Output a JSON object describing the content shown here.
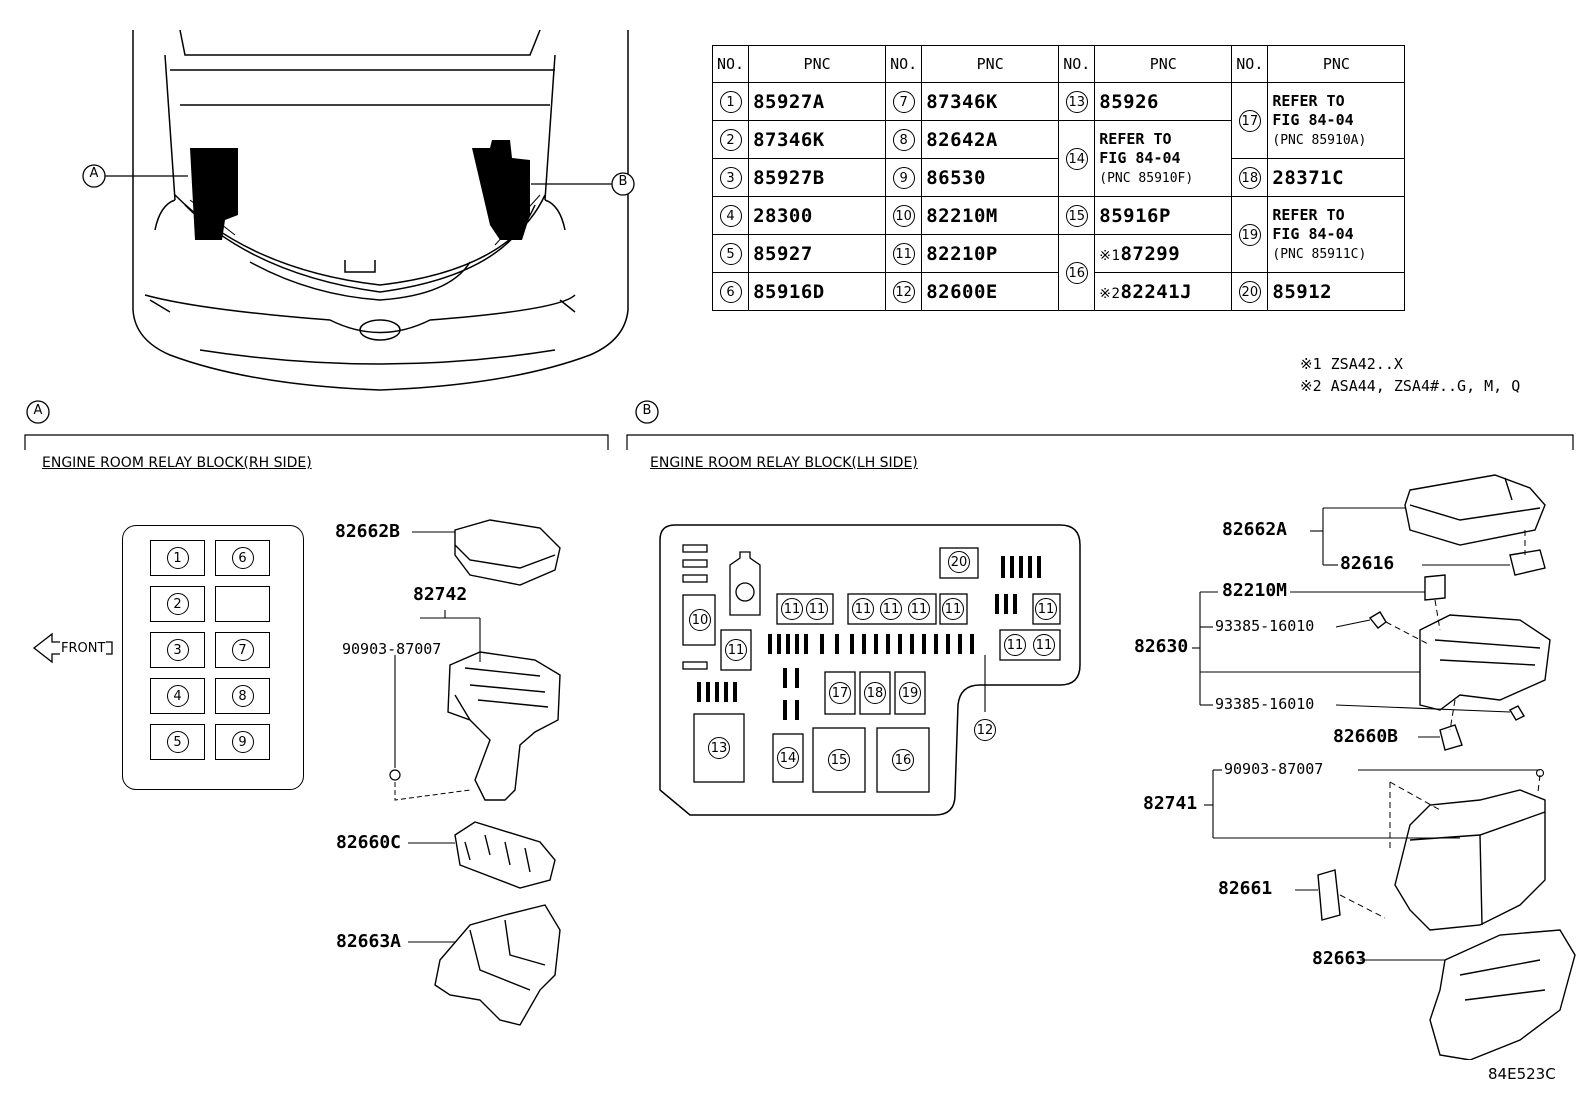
{
  "table": {
    "headers": {
      "no": "NO.",
      "pnc": "PNC"
    },
    "col1": [
      {
        "no": "1",
        "pnc": "85927A"
      },
      {
        "no": "2",
        "pnc": "87346K"
      },
      {
        "no": "3",
        "pnc": "85927B"
      },
      {
        "no": "4",
        "pnc": "28300"
      },
      {
        "no": "5",
        "pnc": "85927"
      },
      {
        "no": "6",
        "pnc": "85916D"
      }
    ],
    "col2": [
      {
        "no": "7",
        "pnc": "87346K"
      },
      {
        "no": "8",
        "pnc": "82642A"
      },
      {
        "no": "9",
        "pnc": "86530"
      },
      {
        "no": "10",
        "pnc": "82210M"
      },
      {
        "no": "11",
        "pnc": "82210P"
      },
      {
        "no": "12",
        "pnc": "82600E"
      }
    ],
    "col3": {
      "r13": {
        "no": "13",
        "pnc": "85926"
      },
      "r14": {
        "no": "14",
        "line1": "REFER TO",
        "line2": "FIG 84-04",
        "line3": "(PNC 85910F)"
      },
      "r15": {
        "no": "15",
        "pnc": "85916P"
      },
      "r16": {
        "no": "16",
        "a_mark": "※1",
        "a_pnc": "87299",
        "b_mark": "※2",
        "b_pnc": "82241J"
      }
    },
    "col4": {
      "r17": {
        "no": "17",
        "line1": "REFER TO",
        "line2": "FIG 84-04",
        "line3": "(PNC 85910A)"
      },
      "r18": {
        "no": "18",
        "pnc": "28371C"
      },
      "r19": {
        "no": "19",
        "line1": "REFER TO",
        "line2": "FIG 84-04",
        "line3": "(PNC 85911C)"
      },
      "r20": {
        "no": "20",
        "pnc": "85912"
      }
    }
  },
  "notes": [
    "※1 ZSA42..X",
    "※2 ASA44, ZSA4#..G, M, Q"
  ],
  "overview": {
    "label_a": "A",
    "label_b": "B"
  },
  "section_a": {
    "marker": "A",
    "title": "ENGINE ROOM RELAY BLOCK(RH SIDE)",
    "front_label": "FRONT",
    "grid": [
      "1",
      "6",
      "2",
      "",
      "3",
      "7",
      "4",
      "8",
      "5",
      "9"
    ],
    "callouts": {
      "c1": "82662B",
      "c2": "82742",
      "c3": "90903-87007",
      "c4": "82660C",
      "c5": "82663A"
    }
  },
  "section_b": {
    "marker": "B",
    "title": "ENGINE ROOM RELAY BLOCK(LH SIDE)",
    "block_numbers": [
      "10",
      "11",
      "11",
      "11",
      "11",
      "11",
      "11",
      "11",
      "11",
      "11",
      "11",
      "12",
      "13",
      "14",
      "15",
      "16",
      "17",
      "18",
      "19",
      "20"
    ],
    "callouts": {
      "c1": "82662A",
      "c2": "82616",
      "c3": "82210M",
      "c4": "93385-16010",
      "c5": "82630",
      "c6": "93385-16010",
      "c7": "82660B",
      "c8": "90903-87007",
      "c9": "82741",
      "c10": "82661",
      "c11": "82663"
    }
  },
  "figure_id": "84E523C"
}
